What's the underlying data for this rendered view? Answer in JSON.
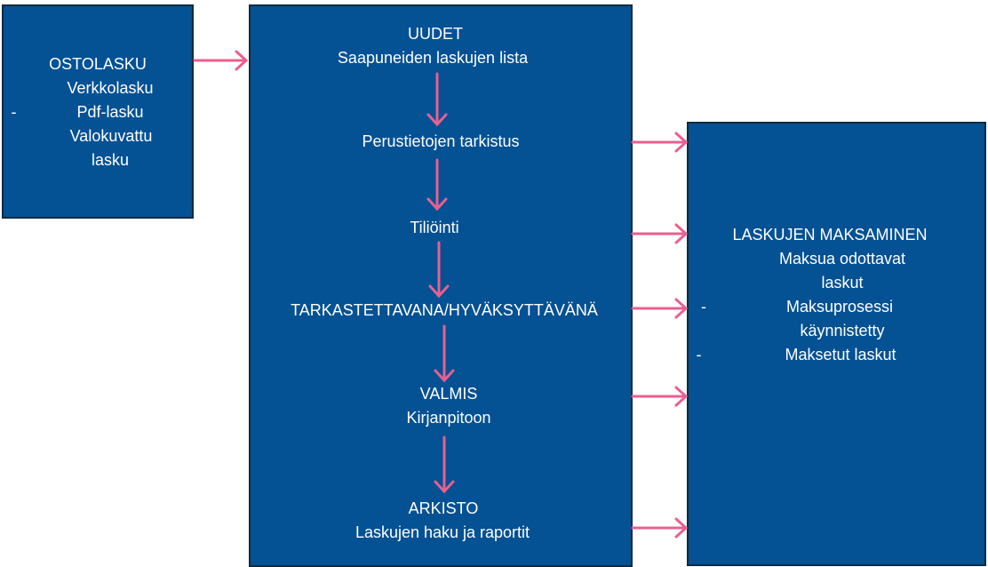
{
  "source_box": {
    "title": "OSTOLASKU",
    "items": [
      "Verkkolasku",
      "Pdf-lasku",
      "Valokuvattu",
      "lasku"
    ]
  },
  "process": {
    "steps": [
      {
        "title": "UUDET",
        "subtitle": "Saapuneiden laskujen lista"
      },
      {
        "title": "Perustietojen tarkistus"
      },
      {
        "title": "Tiliöinti"
      },
      {
        "title": "TARKASTETTAVANA/HYVÄKSYTTÄVÄNÄ"
      },
      {
        "title": "VALMIS",
        "subtitle": "Kirjanpitoon"
      },
      {
        "title": "ARKISTO",
        "subtitle": "Laskujen haku ja raportit"
      }
    ]
  },
  "payment_box": {
    "title": "LASKUJEN MAKSAMINEN",
    "items": [
      "Maksua odottavat",
      "laskut",
      "Maksuprosessi",
      "käynnistetty",
      "Maksetut laskut"
    ]
  },
  "colors": {
    "box": "#045194",
    "border": "#0f2b42",
    "arrow": "#e8608f"
  }
}
